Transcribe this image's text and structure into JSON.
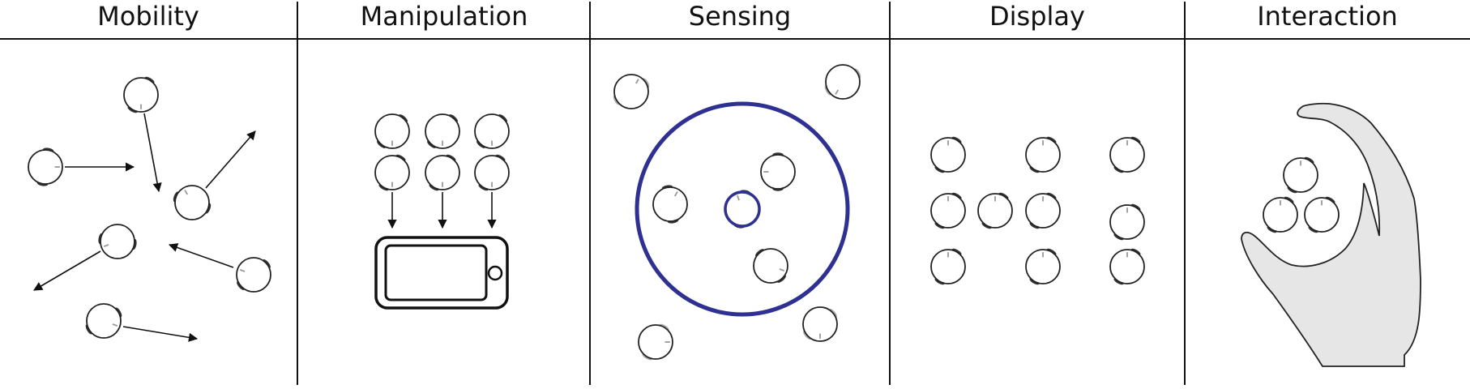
{
  "panels": [
    {
      "key": "mobility",
      "title": "Mobility"
    },
    {
      "key": "manipulation",
      "title": "Manipulation"
    },
    {
      "key": "sensing",
      "title": "Sensing"
    },
    {
      "key": "display",
      "title": "Display"
    },
    {
      "key": "interaction",
      "title": "Interaction"
    }
  ],
  "colors": {
    "ink": "#111111",
    "robot_outline": "#222222",
    "wheel_dark": "#333333",
    "wheel_faded": "#aaaaaa",
    "sensing_accent": "#2e3192",
    "hand_fill": "#e6e6e6"
  }
}
